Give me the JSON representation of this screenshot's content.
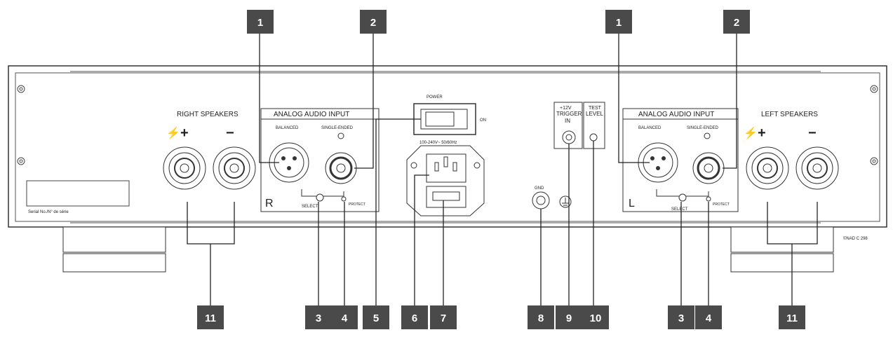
{
  "panel": {
    "right_speakers": "RIGHT SPEAKERS",
    "left_speakers": "LEFT SPEAKERS",
    "plus": "+",
    "minus": "−",
    "serial": "Serial No./N° de série",
    "analog_input_r": "ANALOG AUDIO INPUT",
    "analog_input_l": "ANALOG AUDIO INPUT",
    "balanced": "BALANCED",
    "single_ended": "SINGLE-ENDED",
    "channel_r": "R",
    "channel_l": "L",
    "select": "SELECT",
    "protect": "PROTECT",
    "power": "POWER",
    "on": "ON",
    "mains_rating": "100-240V~ 50/60Hz",
    "trigger_line1": "+12V",
    "trigger_line2": "TRIGGER",
    "trigger_line3": "IN",
    "test_level_line1": "TEST",
    "test_level_line2": "LEVEL",
    "gnd": "GND",
    "model_mark": "©NAD C 298"
  },
  "callouts": {
    "top": [
      "1",
      "2",
      "1",
      "2"
    ],
    "bottom": [
      "11",
      "3",
      "4",
      "5",
      "6",
      "7",
      "8",
      "9",
      "10",
      "3",
      "4",
      "11"
    ]
  },
  "colors": {
    "callout_bg": "#4a4a4a",
    "panel_stroke": "#333333"
  }
}
